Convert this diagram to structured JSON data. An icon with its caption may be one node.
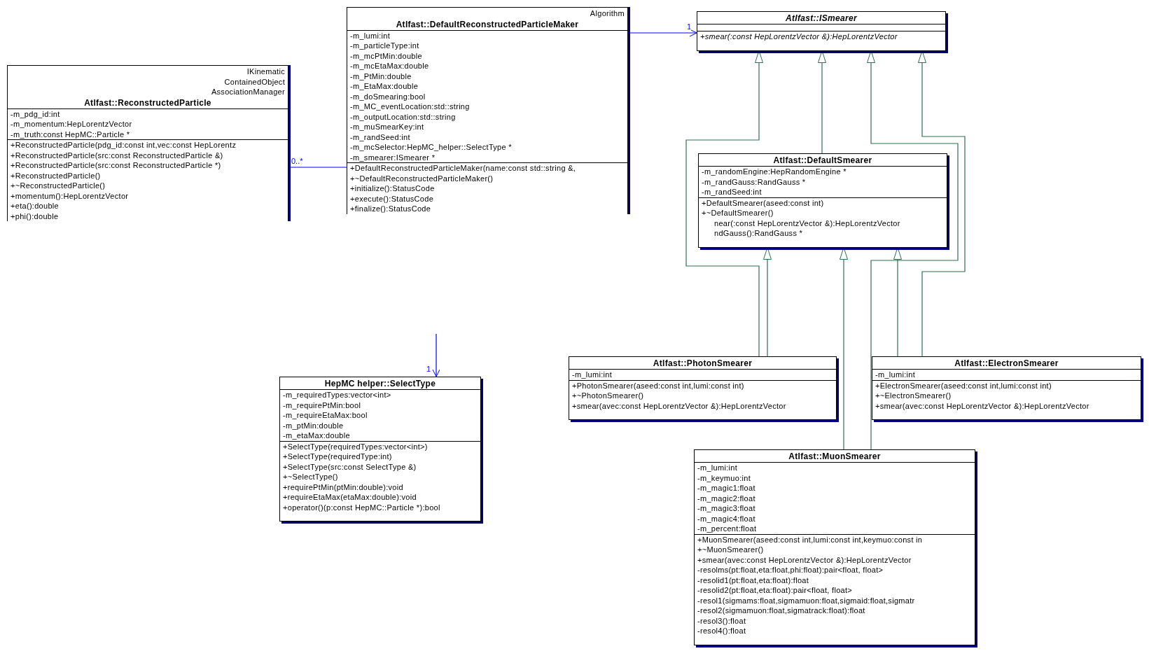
{
  "diagram": {
    "nodes": [
      {
        "text": [
          "Algorithm",
          "Atlfast::DefaultReconstructedParticleMaker",
          "-m_lumi:int",
          "-m_particleType:int",
          "-m_mcPtMin:double",
          "-m_mcEtaMax:double",
          "-m_PtMin:double",
          "-m_EtaMax:double",
          "-m_doSmearing:bool",
          "-m_MC_eventLocation:std::string",
          "-m_outputLocation:std::string",
          "-m_muSmearKey:int",
          "-m_randSeed:int",
          "-m_mcSelector:HepMC_helper::SelectType *",
          "-m_smearer:ISmearer *",
          "+DefaultReconstructedParticleMaker(name:const std::string &,",
          "+~DefaultReconstructedParticleMaker()",
          "+initialize():StatusCode",
          "+execute():StatusCode",
          "+finalize():StatusCode"
        ]
      },
      {
        "text": [
          "Atlfast::ISmearer",
          "+smear(:const HepLorentzVector &):HepLorentzVector"
        ]
      },
      {
        "text": [
          "IKinematic",
          "ContainedObject",
          "AssociationManager",
          "Atlfast::ReconstructedParticle",
          "-m_pdg_id:int",
          "-m_momentum:HepLorentzVector",
          "-m_truth:const HepMC::Particle *",
          "+ReconstructedParticle(pdg_id:const int,vec:const HepLorentz",
          "+ReconstructedParticle(src:const ReconstructedParticle &)",
          "+ReconstructedParticle(src:const ReconstructedParticle *)",
          "+ReconstructedParticle()",
          "+~ReconstructedParticle()",
          "+momentum():HepLorentzVector",
          "+eta():double",
          "+phi():double"
        ]
      },
      {
        "text": [
          "Atlfast::DefaultSmearer",
          "-m_randomEngine:HepRandomEngine *",
          "-m_randGauss:RandGauss *",
          "-m_randSeed:int",
          "+DefaultSmearer(aseed:const int)",
          "+~DefaultSmearer()",
          "near(:const HepLorentzVector &):HepLorentzVector",
          "ndGauss():RandGauss *"
        ]
      },
      {
        "text": [
          "HepMC helper::SelectType",
          "-m_requiredTypes:vector<int>",
          "-m_requirePtMin:bool",
          "-m_requireEtaMax:bool",
          "-m_ptMin:double",
          "-m_etaMax:double",
          "+SelectType(requiredTypes:vector<int>)",
          "+SelectType(requiredType:int)",
          "+SelectType(src:const SelectType &)",
          "+~SelectType()",
          "+requirePtMin(ptMin:double):void",
          "+requireEtaMax(etaMax:double):void",
          "+operator()(p:const HepMC::Particle *):bool"
        ]
      },
      {
        "text": [
          "Atlfast::PhotonSmearer",
          "-m_lumi:int",
          "+PhotonSmearer(aseed:const int,lumi:const int)",
          "+~PhotonSmearer()",
          "+smear(avec:const HepLorentzVector &):HepLorentzVector"
        ]
      },
      {
        "text": [
          "Atlfast::ElectronSmearer",
          "-m_lumi:int",
          "+ElectronSmearer(aseed:const int,lumi:const int)",
          "+~ElectronSmearer()",
          "+smear(avec:const HepLorentzVector &):HepLorentzVector"
        ]
      },
      {
        "text": [
          "Atlfast::MuonSmearer",
          "-m_lumi:int",
          "-m_keymuo:int",
          "-m_magic1:float",
          "-m_magic2:float",
          "-m_magic3:float",
          "-m_magic4:float",
          "-m_percent:float",
          "+MuonSmearer(aseed:const int,lumi:const int,keymuo:const in",
          "+~MuonSmearer()",
          "+smear(avec:const HepLorentzVector &):HepLorentzVector",
          "-resolms(pt:float,eta:float,phi:float):pair<float, float>",
          "-resolid1(pt:float,eta:float):float",
          "-resolid2(pt:float,eta:float):pair<float, float>",
          "-resol1(sigmams:float,sigmamuon:float,sigmaid:float,sigmatr",
          "-resol2(sigmamuon:float,sigmatrack:float):float",
          "-resol3():float",
          "-resol4():float"
        ]
      }
    ],
    "edges": [
      {
        "from": 2,
        "to": 0,
        "arrow": "none",
        "label": "0..*",
        "color": "#0000ff"
      },
      {
        "from": 0,
        "to": 1,
        "arrow": "to",
        "label": "1",
        "color": "#0000ff"
      },
      {
        "from": null,
        "to": 4,
        "arrow": "to",
        "label": "1",
        "color": "#0000ff"
      },
      {
        "from": 3,
        "to": 1,
        "arrow": "to"
      },
      {
        "from": 5,
        "to": 1,
        "arrow": "to"
      },
      {
        "from": 7,
        "to": 1,
        "arrow": "to"
      },
      {
        "from": 6,
        "to": 1,
        "arrow": "to"
      },
      {
        "from": 5,
        "to": 3,
        "arrow": "to"
      },
      {
        "from": 7,
        "to": 3,
        "arrow": "to"
      },
      {
        "from": 6,
        "to": 3,
        "arrow": "to"
      }
    ]
  }
}
